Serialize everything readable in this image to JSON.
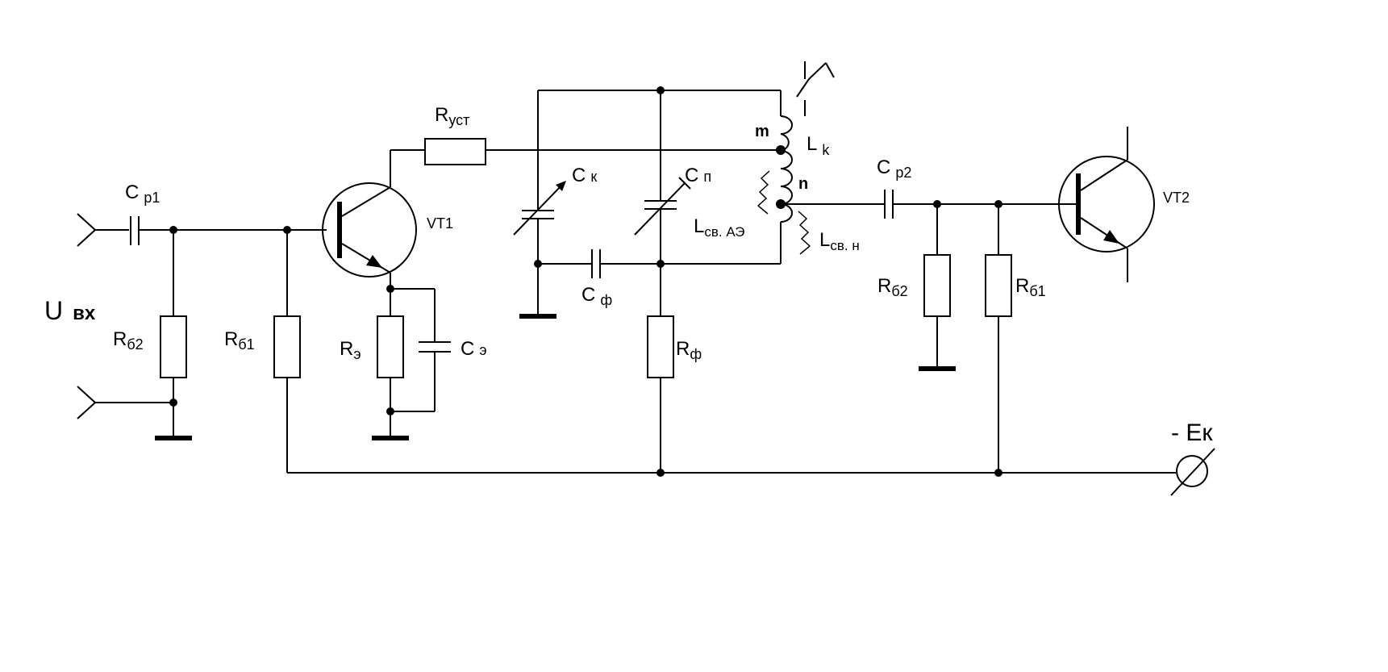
{
  "labels": {
    "u_in": "U",
    "u_in_sub": "вх",
    "cp1": "C",
    "cp1_sub": "р1",
    "rb2_left": "R",
    "rb2_left_sub": "б2",
    "rb1_left": "R",
    "rb1_left_sub": "б1",
    "vt1": "VT1",
    "re": "R",
    "re_sub": "э",
    "ce": "C",
    "ce_sub": "э",
    "rust": "R",
    "rust_sub": "уст",
    "ck": "C",
    "ck_sub": "к",
    "cp": "C",
    "cp_sub": "п",
    "cf": "C",
    "cf_sub": "ф",
    "rf": "R",
    "rf_sub": "ф",
    "tap_m": "m",
    "tap_n": "n",
    "lk": "L",
    "lk_sub": "k",
    "lsv_ae": "L",
    "lsv_ae_sub": "св. АЭ",
    "lsv_n": "L",
    "lsv_n_sub": "св. н",
    "cp2": "C",
    "cp2_sub": "р2",
    "rb2_right": "R",
    "rb2_right_sub": "б2",
    "rb1_right": "R",
    "rb1_right_sub": "б1",
    "vt2": "VT2",
    "supply": "- Ек"
  }
}
